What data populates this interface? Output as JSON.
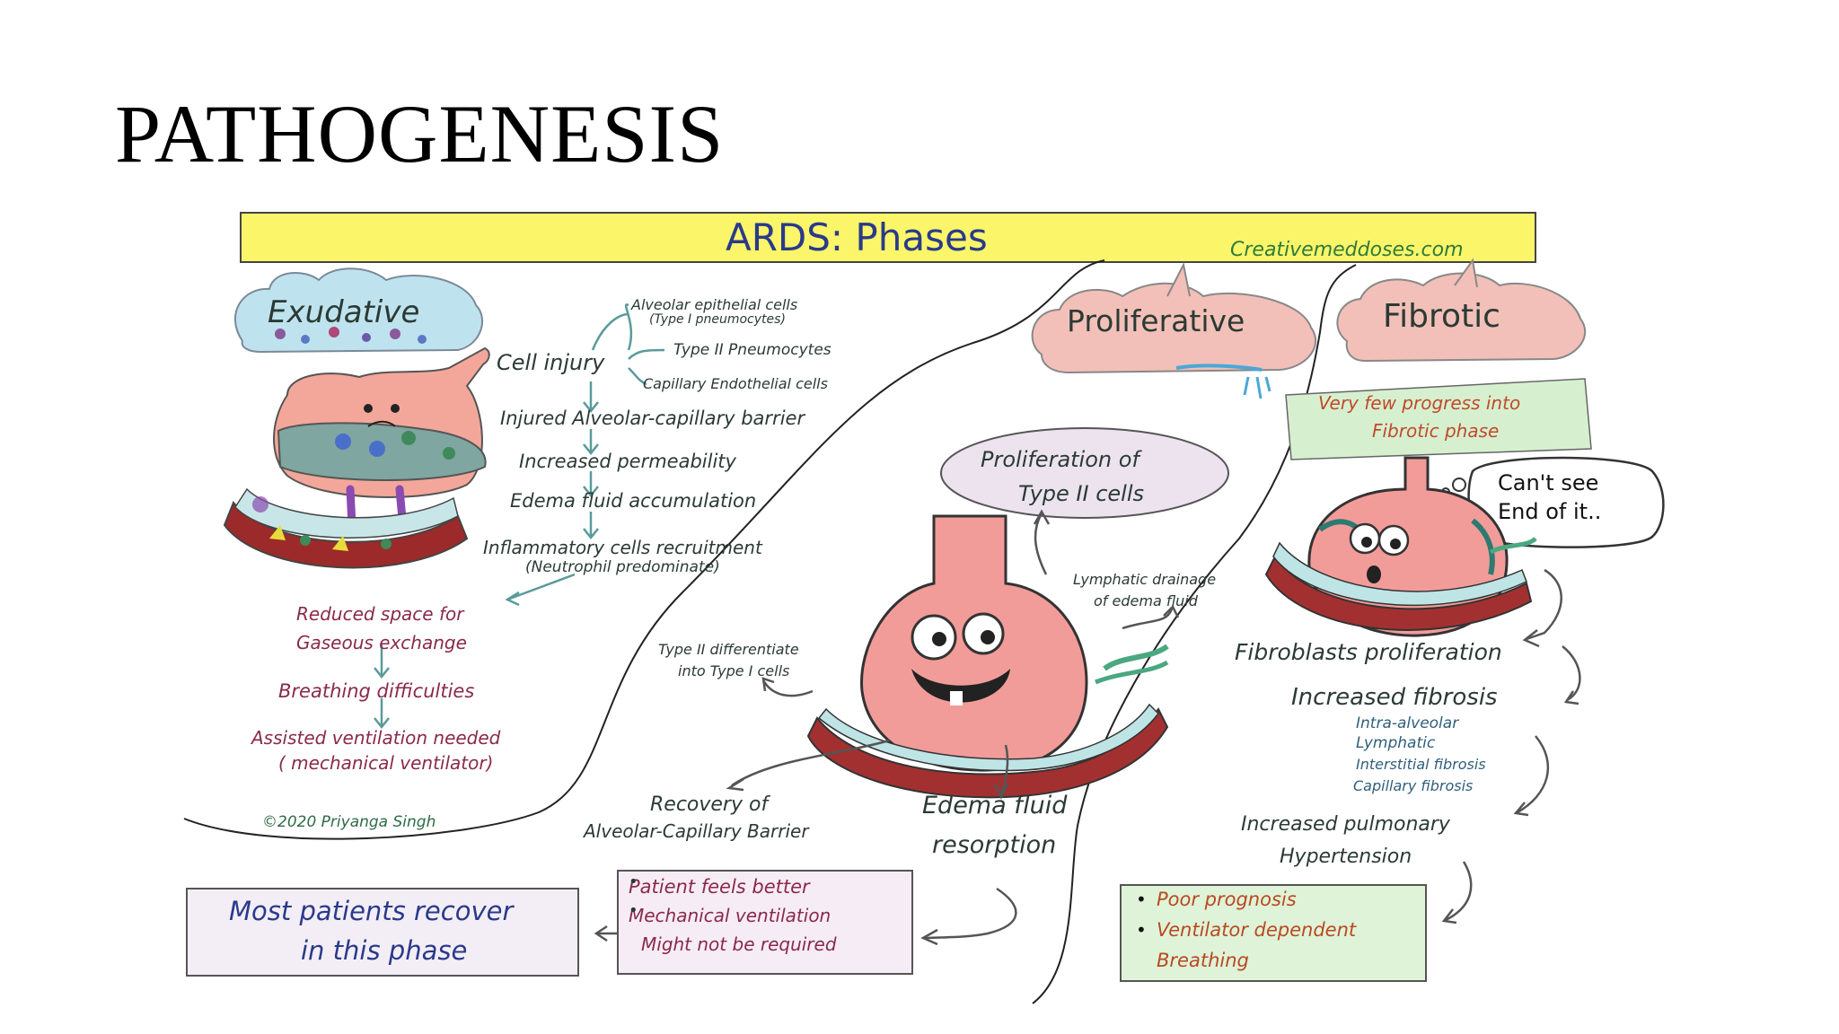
{
  "slide": {
    "title": "PATHOGENESIS"
  },
  "banner": {
    "title": "ARDS: Phases",
    "source": "Creativemeddoses.com"
  },
  "exudative": {
    "heading": "Exudative",
    "cell_injury": "Cell injury",
    "branches": [
      "Alveolar epithelial cells",
      "(Type I pneumocytes)",
      "Type II Pneumocytes",
      "Capillary Endothelial cells"
    ],
    "chain": [
      "Injured Alveolar-capillary barrier",
      "Increased permeability",
      "Edema fluid accumulation",
      "Inflammatory cells recruitment",
      "(Neutrophil predominate)"
    ],
    "outcome": [
      "Reduced space for",
      "Gaseous exchange",
      "Breathing difficulties",
      "Assisted ventilation needed",
      "( mechanical ventilator)"
    ],
    "copyright": "©2020 Priyanga Singh",
    "summary_box": [
      "Most patients recover",
      "in this phase"
    ]
  },
  "proliferative": {
    "heading": "Proliferative",
    "bubble": [
      "Proliferation of",
      "Type II cells"
    ],
    "lymphatic": [
      "Lymphatic drainage",
      "of edema fluid"
    ],
    "differentiate": [
      "Type II differentiate",
      "into Type I cells"
    ],
    "recovery": [
      "Recovery of",
      "Alveolar-Capillary Barrier"
    ],
    "edema": [
      "Edema fluid",
      "resorption"
    ],
    "bullets": [
      "Patient feels better",
      "Mechanical ventilation",
      "Might not be required"
    ]
  },
  "fibrotic": {
    "heading": "Fibrotic",
    "note": [
      "Very few progress into",
      "Fibrotic phase"
    ],
    "speech": [
      "Can't see",
      "End of it.."
    ],
    "fibroblasts": "Fibroblasts proliferation",
    "fibrosis": "Increased fibrosis",
    "fibrosis_types": [
      "Intra-alveolar",
      "Lymphatic",
      "Interstitial fibrosis",
      "Capillary fibrosis"
    ],
    "hypertension": [
      "Increased pulmonary",
      "Hypertension"
    ],
    "bullets": [
      "Poor prognosis",
      "Ventilator dependent",
      "Breathing"
    ]
  },
  "colors": {
    "banner": "#fbf569",
    "heading_box": "#f2d0d2",
    "green_box": "#d6f0cf",
    "purple_box": "#f3eaf6",
    "ink": "#2b3a35"
  }
}
